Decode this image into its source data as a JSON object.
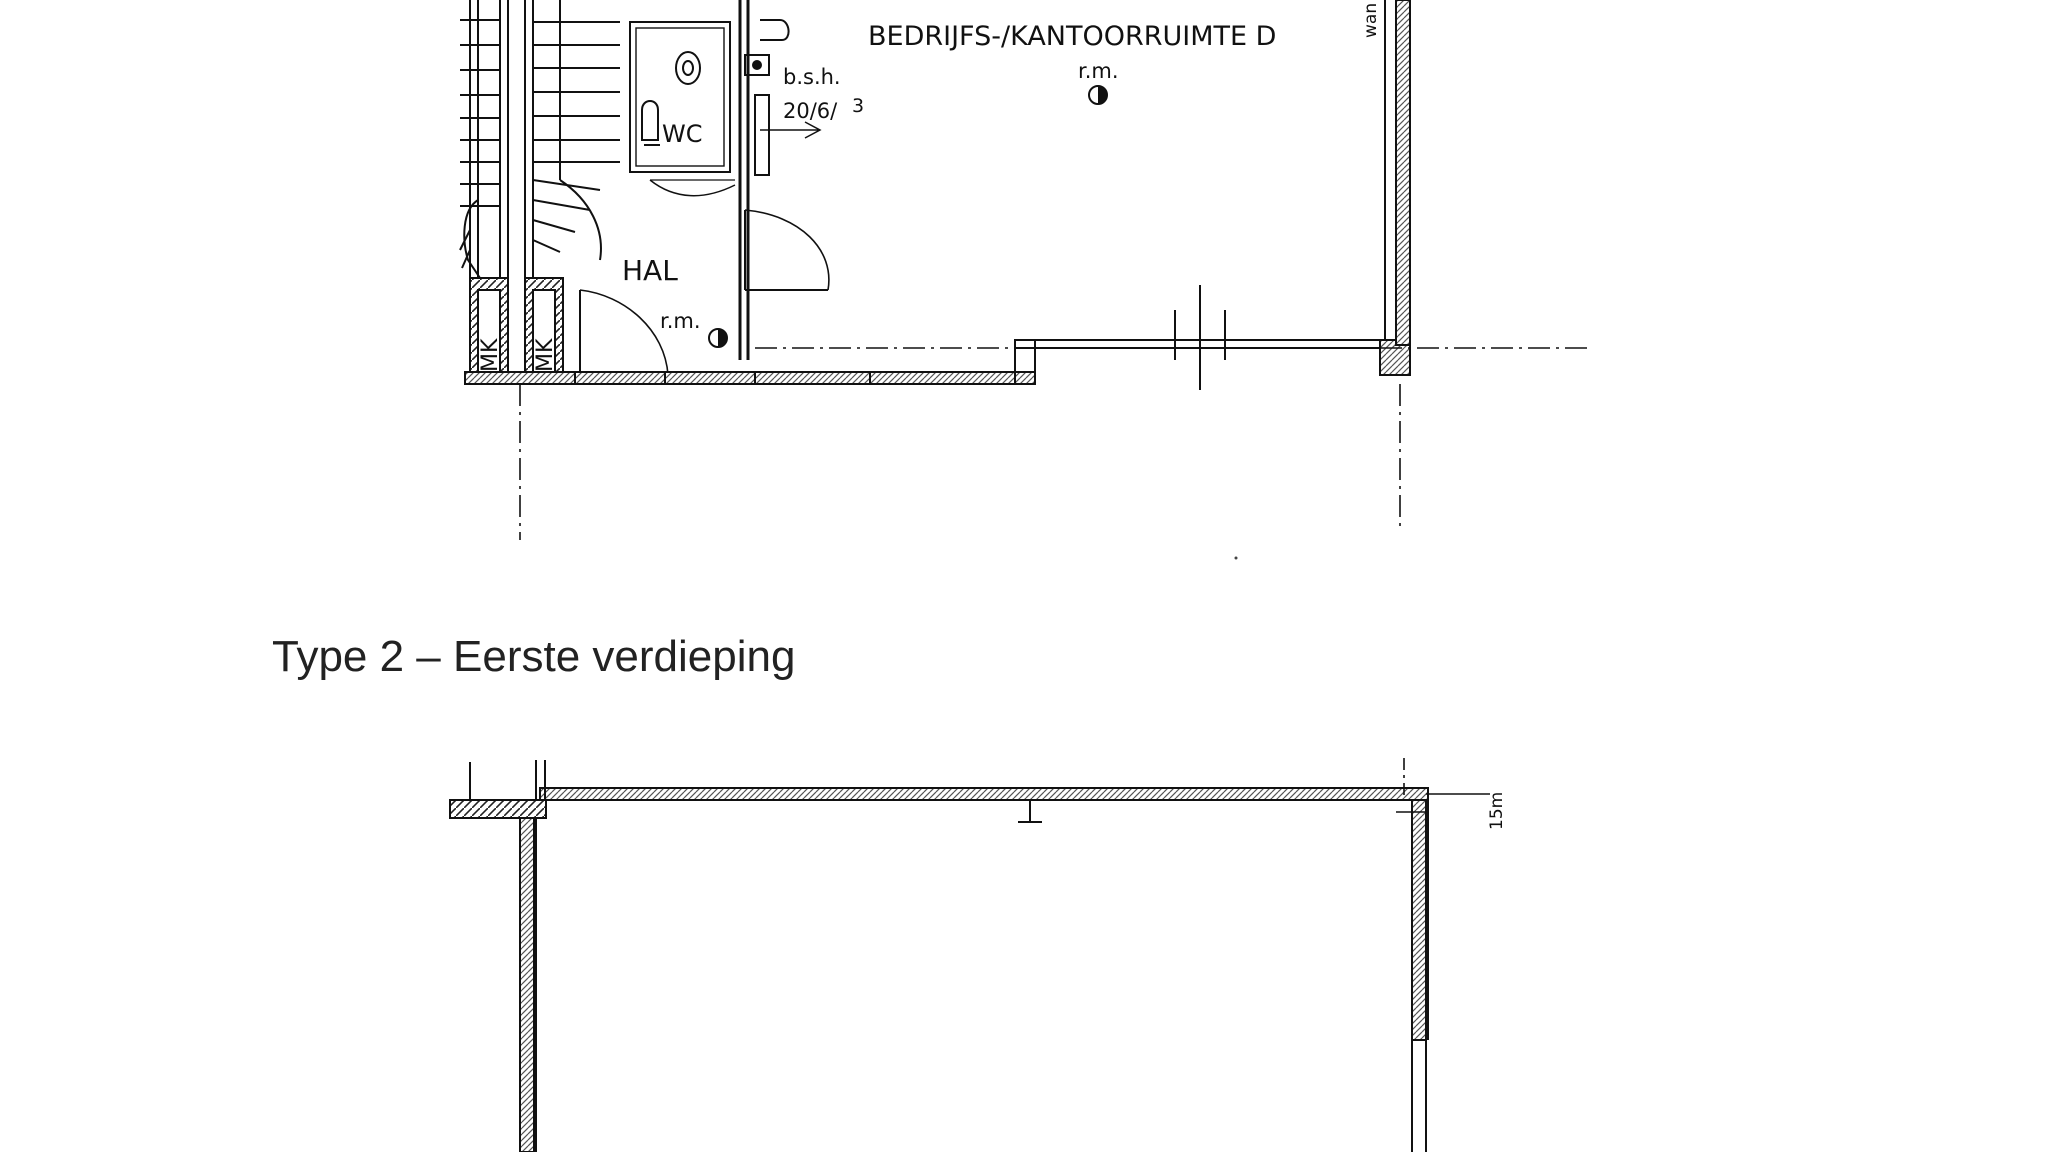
{
  "drawing": {
    "upper_plan": {
      "room_office": "BEDRIJFS-/KANTOORRUIMTE D",
      "room_office_fixture": "r.m.",
      "room_hall": "HAL",
      "room_hall_fixture": "r.m.",
      "room_wc": "WC",
      "note_bsh": "b.s.h.",
      "note_dims": "20/6/",
      "note_dims_extra": "3",
      "meter_box_1": "MK",
      "meter_box_2": "MK",
      "edge_text": "wan"
    },
    "caption": "Type 2 – Eerste verdieping",
    "lower_plan": {
      "edge_text": "15m"
    }
  },
  "colors": {
    "ink": "#111111",
    "hatch": "#777777",
    "paper": "#ffffff"
  }
}
